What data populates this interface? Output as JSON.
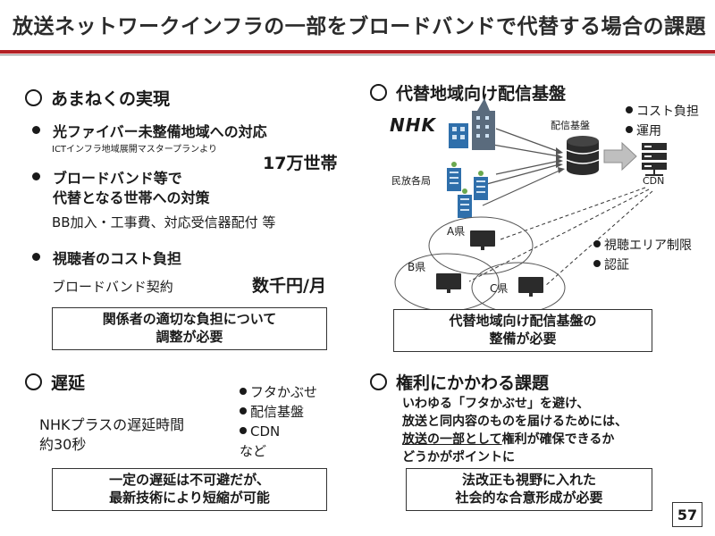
{
  "title": "放送ネットワークインフラの一部をブロードバンドで代替する場合の課題",
  "page_number": "57",
  "colors": {
    "rule": "#b32025"
  },
  "universal": {
    "heading": "あまねくの実現",
    "item1": {
      "label": "光ファイバー未整備地域への対応",
      "note": "ICTインフラ地域展開マスタープランより",
      "value": "17万世帯"
    },
    "item2": {
      "label_line1": "ブロードバンド等で",
      "label_line2": "代替となる世帯への対策",
      "detail": "BB加入・工事費、対応受信器配付 等"
    },
    "item3": {
      "label": "視聴者のコスト負担",
      "detail": "ブロードバンド契約",
      "value": "数千円/月"
    },
    "box_line1": "関係者の適切な負担について",
    "box_line2": "調整が必要"
  },
  "delay": {
    "heading": "遅延",
    "text_line1": "NHKプラスの遅延時間",
    "text_line2": "約30秒",
    "causes": [
      "フタかぶせ",
      "配信基盤",
      "CDN"
    ],
    "causes_suffix": "など",
    "box_line1": "一定の遅延は不可避だが、",
    "box_line2": "最新技術により短縮が可能"
  },
  "platform": {
    "heading": "代替地域向け配信基盤",
    "nhk_logo": "NHK",
    "label_platform": "配信基盤",
    "label_private": "民放各局",
    "label_cdn": "CDN",
    "issues_top": [
      "コスト負担",
      "運用"
    ],
    "issues_bottom": [
      "視聴エリア制限",
      "認証"
    ],
    "prefectures": [
      "A県",
      "B県",
      "C県"
    ],
    "box_line1": "代替地域向け配信基盤の",
    "box_line2": "整備が必要"
  },
  "rights": {
    "heading": "権利にかかわる課題",
    "line1": "いわゆる「フタかぶせ」を避け、",
    "line2": "放送と同内容のものを届けるためには、",
    "line3_underlined": "放送の一部として",
    "line3_rest": "権利が確保できるか",
    "line4": "どうかがポイントに",
    "box_line1": "法改正も視野に入れた",
    "box_line2": "社会的な合意形成が必要"
  }
}
